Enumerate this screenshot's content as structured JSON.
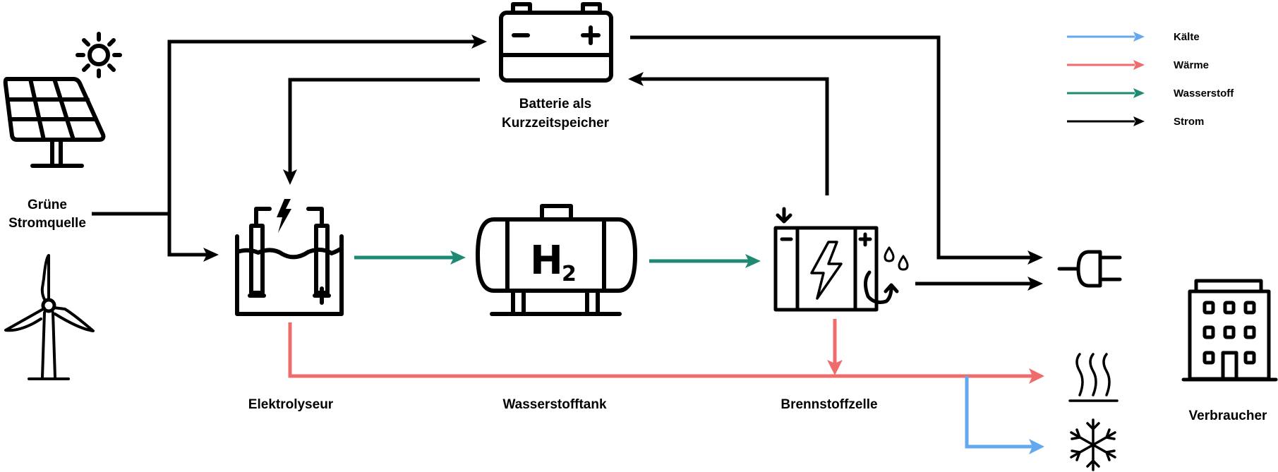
{
  "colors": {
    "kaelte": "#64a8f0",
    "waerme": "#f06b6b",
    "wasserstoff": "#1f8a73",
    "strom": "#000000"
  },
  "legend": [
    {
      "key": "kaelte",
      "label": "Kälte"
    },
    {
      "key": "waerme",
      "label": "Wärme"
    },
    {
      "key": "wasserstoff",
      "label": "Wasserstoff"
    },
    {
      "key": "strom",
      "label": "Strom"
    }
  ],
  "nodes": {
    "source": {
      "line1": "Grüne",
      "line2": "Stromquelle",
      "icons": [
        "solar-panel-icon",
        "sun-icon",
        "wind-turbine-icon"
      ]
    },
    "battery": {
      "line1": "Batterie als",
      "line2": "Kurzzeitspeicher",
      "icon": "battery-icon"
    },
    "electrolyzer": {
      "label": "Elektrolyseur",
      "icon": "electrolyzer-icon"
    },
    "h2tank": {
      "label": "Wasserstofftank",
      "icon": "hydrogen-tank-icon",
      "symbol": "H",
      "subscript": "2"
    },
    "fuelcell": {
      "label": "Brennstoffzelle",
      "icon": "fuel-cell-icon"
    },
    "consumer": {
      "label": "Verbraucher",
      "icon": "building-icon",
      "outputs": [
        "plug-icon",
        "heat-icon",
        "snowflake-icon"
      ]
    }
  },
  "flows": [
    {
      "from": "Grüne Stromquelle",
      "to": "Batterie als Kurzzeitspeicher",
      "type": "strom"
    },
    {
      "from": "Grüne Stromquelle",
      "to": "Elektrolyseur",
      "type": "strom"
    },
    {
      "from": "Batterie als Kurzzeitspeicher",
      "to": "Elektrolyseur",
      "type": "strom"
    },
    {
      "from": "Batterie als Kurzzeitspeicher",
      "to": "Verbraucher (Strom)",
      "type": "strom"
    },
    {
      "from": "Brennstoffzelle",
      "to": "Batterie als Kurzzeitspeicher",
      "type": "strom"
    },
    {
      "from": "Brennstoffzelle",
      "to": "Verbraucher (Strom)",
      "type": "strom"
    },
    {
      "from": "Elektrolyseur",
      "to": "Wasserstofftank",
      "type": "wasserstoff"
    },
    {
      "from": "Wasserstofftank",
      "to": "Brennstoffzelle",
      "type": "wasserstoff"
    },
    {
      "from": "Elektrolyseur",
      "to": "Verbraucher (Wärme)",
      "type": "waerme"
    },
    {
      "from": "Brennstoffzelle",
      "to": "Verbraucher (Wärme)",
      "type": "waerme"
    },
    {
      "from": "Wärme",
      "to": "Verbraucher (Kälte)",
      "type": "kaelte"
    }
  ]
}
